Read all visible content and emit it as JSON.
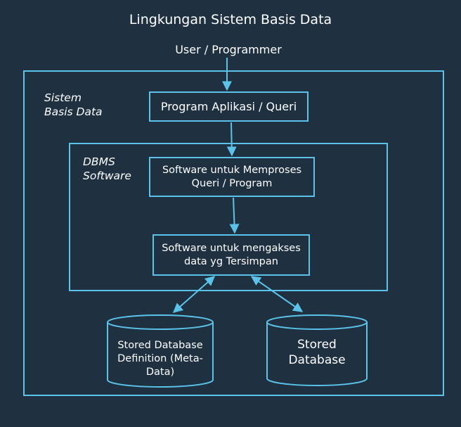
{
  "diagram": {
    "title": "Lingkungan Sistem Basis Data",
    "user_label": "User / Programmer",
    "outer_container_label": "Sistem\nBasis Data",
    "inner_container_label": "DBMS\nSoftware",
    "program_box": "Program Aplikasi / Queri",
    "query_processor_box": "Software untuk Memproses\nQueri / Program",
    "data_access_box": "Software untuk mengakses\ndata yg Tersimpan",
    "metadata_store": "Stored Database\nDefinition (Meta-\nData)",
    "database_store": "Stored\nDatabase"
  },
  "colors": {
    "background": "#1f3140",
    "stroke": "#5bc3ea",
    "text": "#ffffff"
  }
}
